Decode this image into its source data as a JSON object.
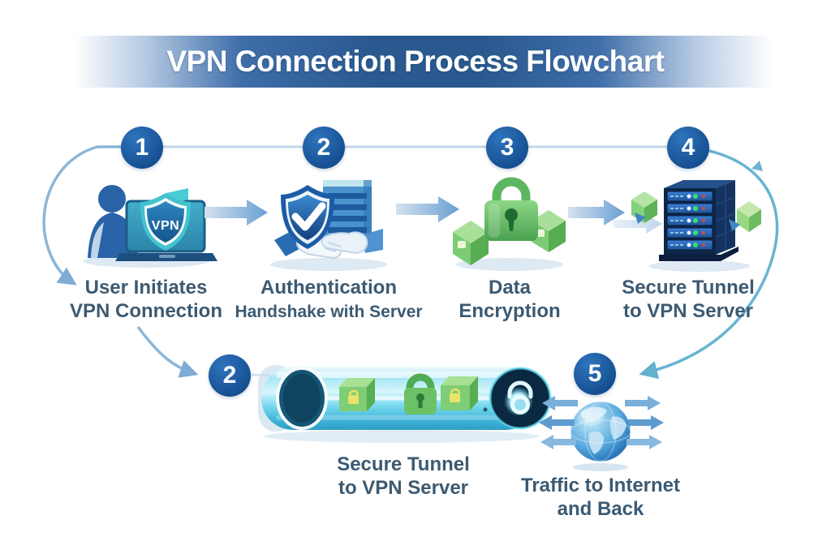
{
  "title": "VPN Connection Process Flowchart",
  "row1": [
    {
      "number": "1",
      "icon": "user-laptop-vpn-shield-icon",
      "label_line1": "User Initiates",
      "label_line2": "VPN Connection"
    },
    {
      "number": "2",
      "icon": "shield-check-handshake-icon",
      "label_line1": "Authentication",
      "label_line2": "Handshake with Server"
    },
    {
      "number": "3",
      "icon": "padlock-data-cubes-icon",
      "label_line1": "Data",
      "label_line2": "Encryption"
    },
    {
      "number": "4",
      "icon": "server-rack-icon",
      "label_line1": "Secure Tunnel",
      "label_line2": "to VPN Server"
    }
  ],
  "row2": [
    {
      "number": "2",
      "icon": "secure-tunnel-icon",
      "label_line1": "Secure Tunnel",
      "label_line2": "to VPN Server"
    },
    {
      "number": "5",
      "icon": "globe-traffic-icon",
      "label_line1": "Traffic to Internet",
      "label_line2": "and Back"
    }
  ],
  "icon_texts": {
    "vpn_shield_label": "VPN"
  },
  "colors": {
    "badge_blue": "#1a579c",
    "banner_center": "#29598e",
    "label_text": "#3c5a72",
    "tunnel_cyan": "#5fd0ea",
    "encryption_green": "#6cc468",
    "globe_blue": "#2f86c8",
    "arrow_blue": "#7fb0d8"
  }
}
